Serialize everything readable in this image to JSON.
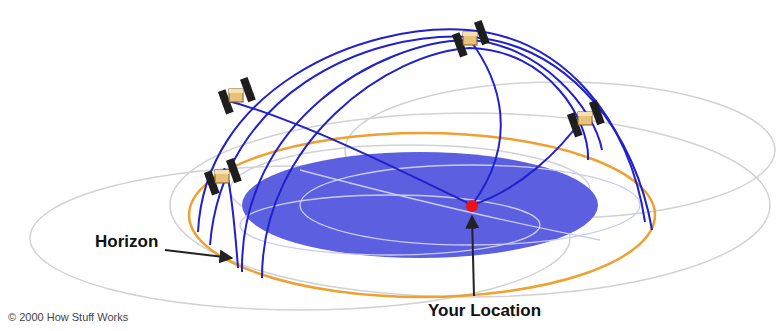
{
  "diagram": {
    "labels": [
      "Horizon",
      "Your Location",
      "© 2000 How Stuff Works"
    ]
  }
}
